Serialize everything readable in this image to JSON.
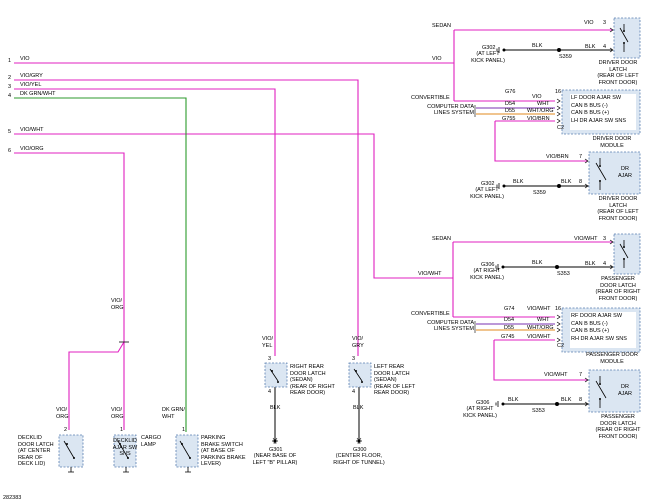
{
  "pins": [
    "1",
    "2",
    "3",
    "4",
    "5",
    "6"
  ],
  "left_wires": [
    {
      "pin": "1",
      "label": "VIO",
      "right_label": "VIO"
    },
    {
      "pin": "2",
      "label": "VIO/GRY"
    },
    {
      "pin": "3",
      "label": "VIO/YEL"
    },
    {
      "pin": "4",
      "label": "DK GRN/WHT"
    },
    {
      "pin": "5",
      "label": "VIO/WHT",
      "right_label": "VIO/WHT"
    },
    {
      "pin": "6",
      "label": "VIO/ORG"
    }
  ],
  "driver": {
    "sedan": "SEDAN",
    "latch_top": {
      "wire1": "VIO",
      "pin1": "3",
      "wire2": "BLK",
      "pin2": "4",
      "splice": "S359",
      "ground": "G302",
      "ground_note": "(AT LEFT\nKICK PANEL)",
      "ground_wire": "BLK",
      "label": "DRIVER DOOR\nLATCH\n(REAR OF LEFT\nFRONT DOOR)"
    },
    "convertible": "CONVERTIBLE",
    "module": {
      "g_top": "G76",
      "pin_top": "16",
      "wire_top": "VIO",
      "comp_data": "COMPUTER DATA",
      "lines_system": "LINES SYSTEM",
      "d54": "D54",
      "d54_wire": "WHT",
      "d55": "D55",
      "d55_wire": "WHT/ORG",
      "g755": "G755",
      "g755_wire": "VIO/BRN",
      "c": "C2",
      "rows": [
        "LF DOOR AJAR SW",
        "CAN B BUS (-)",
        "CAN B BUS (+)",
        "LH DR AJAR SW SNS"
      ],
      "label": "DRIVER DOOR\nMODULE"
    },
    "latch_bottom": {
      "wire1": "VIO/BRN",
      "pin1": "7",
      "wire2": "BLK",
      "pin2": "8",
      "splice": "S359",
      "ground": "G302",
      "ground_note": "(AT LEFT\nKICK PANEL)",
      "ground_wire": "BLK",
      "inside": "DR\nAJAR",
      "label": "DRIVER DOOR\nLATCH\n(REAR OF LEFT\nFRONT DOOR)"
    }
  },
  "passenger": {
    "sedan": "SEDAN",
    "latch_top": {
      "wire1": "VIO/WHT",
      "pin1": "3",
      "wire2": "BLK",
      "pin2": "4",
      "splice": "S353",
      "ground": "G306",
      "ground_note": "(AT RIGHT\nKICK PANEL)",
      "ground_wire": "BLK",
      "label": "PASSENGER\nDOOR LATCH\n(REAR OF RIGHT\nFRONT DOOR)"
    },
    "convertible": "CONVERTIBLE",
    "module": {
      "g_top": "G74",
      "pin_top": "16",
      "wire_top": "VIO/WHT",
      "comp_data": "COMPUTER DATA",
      "lines_system": "LINES SYSTEM",
      "d54": "D54",
      "d54_wire": "WHT",
      "d55": "D55",
      "d55_wire": "WHT/ORG",
      "g745": "G745",
      "g745_wire": "VIO/WHT",
      "c": "C2",
      "rows": [
        "RF DOOR AJAR SW",
        "CAN B BUS (-)",
        "CAN B BUS (+)",
        "RH DR AJAR SW SNS"
      ],
      "label": "PASSENGER DOOR\nMODULE"
    },
    "latch_bottom": {
      "wire1": "VIO/WHT",
      "pin1": "7",
      "wire2": "BLK",
      "pin2": "8",
      "splice": "S353",
      "ground": "G306",
      "ground_note": "(AT RIGHT\nKICK PANEL)",
      "ground_wire": "BLK",
      "inside": "DR\nAJAR",
      "label": "PASSENGER\nDOOR LATCH\n(REAR OF RIGHT\nFRONT DOOR)"
    }
  },
  "rear": {
    "right": {
      "wire": "VIO/\nYEL",
      "pin": "3",
      "gnd_wire": "BLK",
      "pin2": "4",
      "ground": "G301",
      "ground_note": "(NEAR BASE OF\nLEFT \"B\" PILLAR)",
      "label": "RIGHT REAR\nDOOR LATCH\n(SEDAN)\n(REAR OF RIGHT\nREAR DOOR)"
    },
    "left": {
      "wire": "VIO/\nGRY",
      "pin": "3",
      "gnd_wire": "BLK",
      "pin2": "4",
      "ground": "G300",
      "ground_note": "(CENTER FLOOR,\nRIGHT OF TUNNEL)",
      "label": "LEFT REAR\nDOOR LATCH\n(SEDAN)\n(REAR OF LEFT\nREAR DOOR)"
    }
  },
  "bottom": {
    "splice_wire": "VIO/\nORG",
    "decklid": {
      "wire": "VIO/\nORG",
      "pin": "2",
      "label": "DECKLID\nDOOR LATCH\n(AT CENTER\nREAR OF\nDECK LID)"
    },
    "decklid_sw": {
      "wire": "VIO/\nORG",
      "pin": "1",
      "label": "DECKLID\nAJAR SW\nSNS",
      "label2": "CARGO\nLAMP"
    },
    "brake": {
      "wire": "DK GRN/\nWHT",
      "pin": "1",
      "label": "PARKING\nBRAKE SWITCH\n(AT BASE OF\nPARKING BRAKE\nLEVER)"
    }
  },
  "figure_id": "282383",
  "colors": {
    "magenta": "#e020c0",
    "green": "#2c9a2c",
    "orange": "#e08a1c",
    "purple": "#7a30b0",
    "black": "#000000",
    "blue": "#5a7fb0"
  }
}
